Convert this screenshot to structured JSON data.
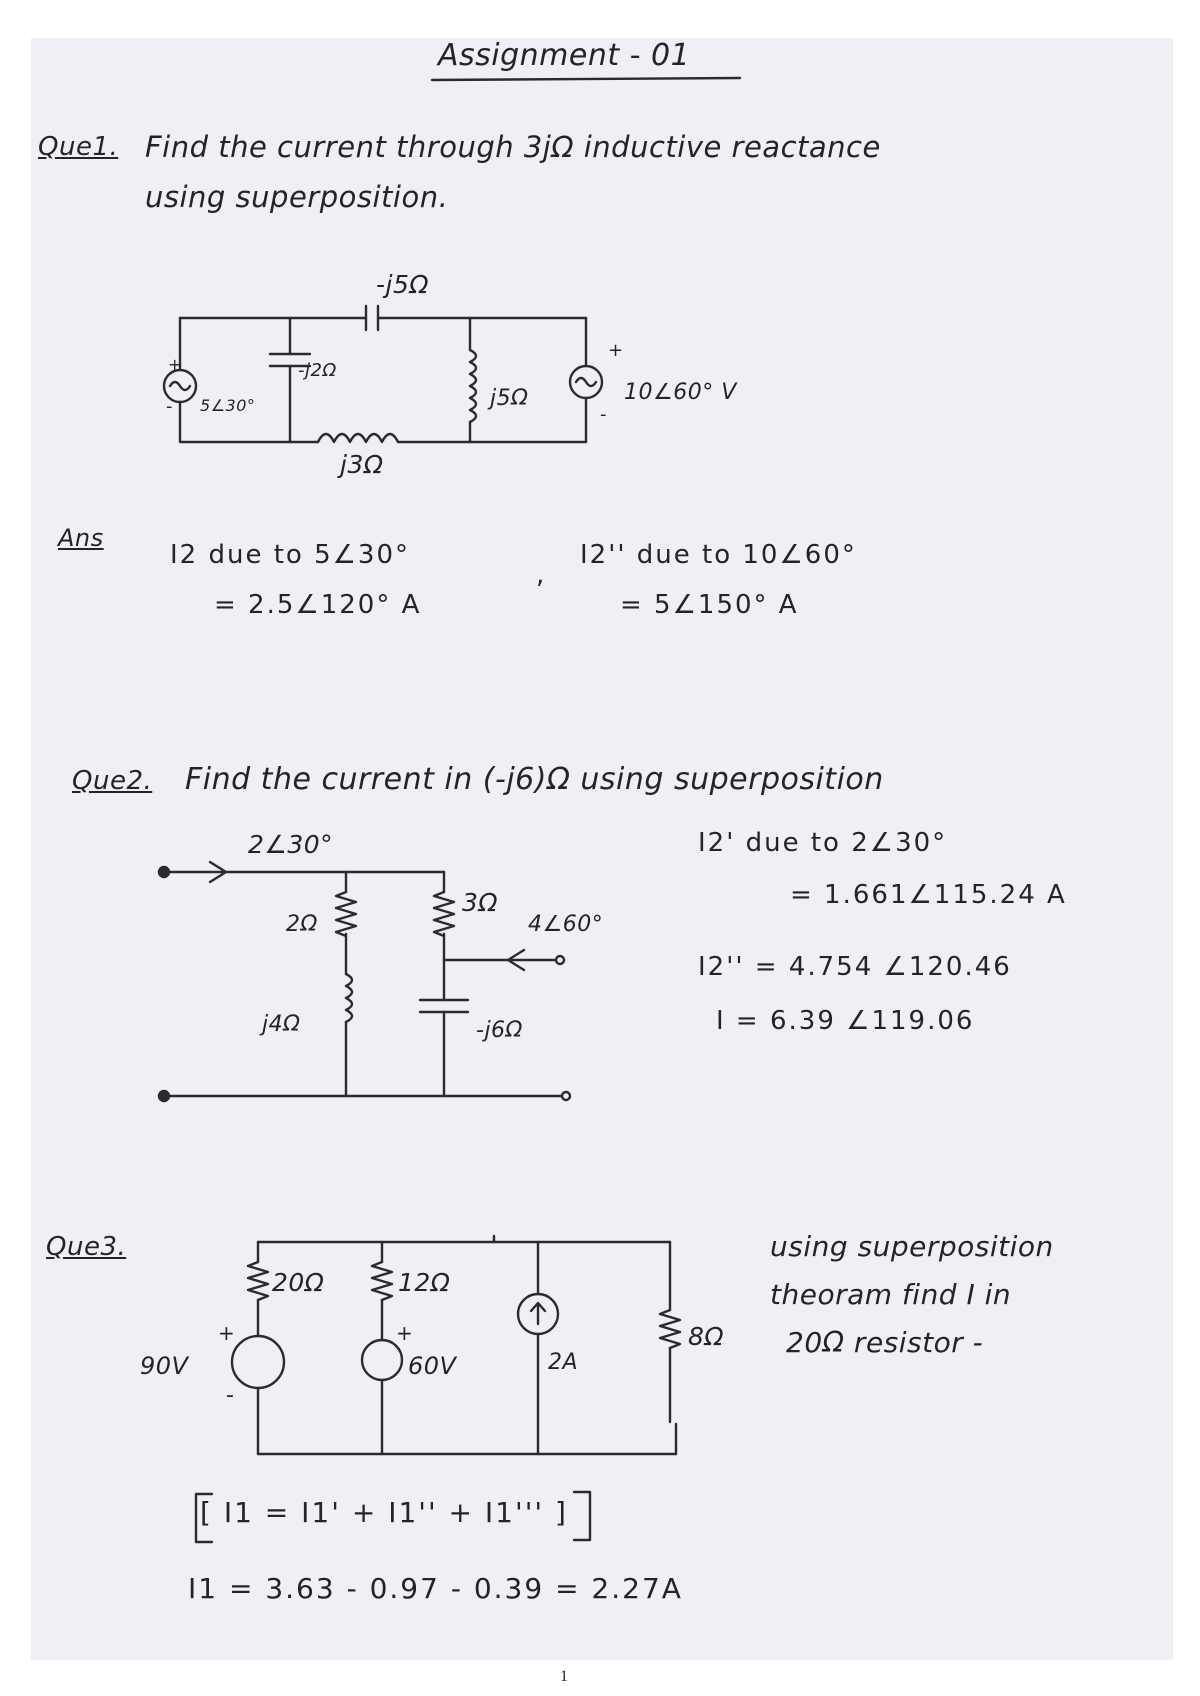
{
  "title": "Assignment - 01",
  "q1": {
    "label": "Que1.",
    "text_line1": "Find the current through 3jΩ inductive reactance",
    "text_line2": "using superposition.",
    "circuit": {
      "cap_top": "-j5Ω",
      "cap_left": "-j2Ω",
      "src_left": "5∠30°",
      "ind_mid": "j5Ω",
      "src_right": "10∠60° V",
      "ind_bottom": "j3Ω"
    },
    "ans_label": "Ans",
    "ans_line1": "I2 due to 5∠30°",
    "ans_line2": "= 2.5∠120° A",
    "ans_sep": ",",
    "ans_line3": "I2'' due to 10∠60°",
    "ans_line4": "= 5∠150° A"
  },
  "q2": {
    "label": "Que2.",
    "text": "Find the current in (-j6)Ω using superposition",
    "circuit": {
      "src_top": "2∠30°",
      "r2": "2Ω",
      "r3": "3Ω",
      "src_right": "4∠60°",
      "ind": "j4Ω",
      "cap": "-j6Ω"
    },
    "res_line1": "I2' due to 2∠30°",
    "res_line2": "= 1.661∠115.24 A",
    "res_line3": "I2'' = 4.754 ∠120.46",
    "res_line4": "I = 6.39 ∠119.06"
  },
  "q3": {
    "label": "Que3.",
    "circuit": {
      "r20": "20Ω",
      "r12": "12Ω",
      "v90": "90V",
      "v60": "60V",
      "i2": "2A",
      "r8": "8Ω"
    },
    "text_line1": "using superposition",
    "text_line2": "theoram find I in",
    "text_line3": "20Ω resistor -",
    "eq1": "[ I1 = I1' + I1'' + I1''' ]",
    "eq2": "I1 = 3.63 - 0.97 - 0.39 = 2.27A"
  },
  "page_number": "1"
}
